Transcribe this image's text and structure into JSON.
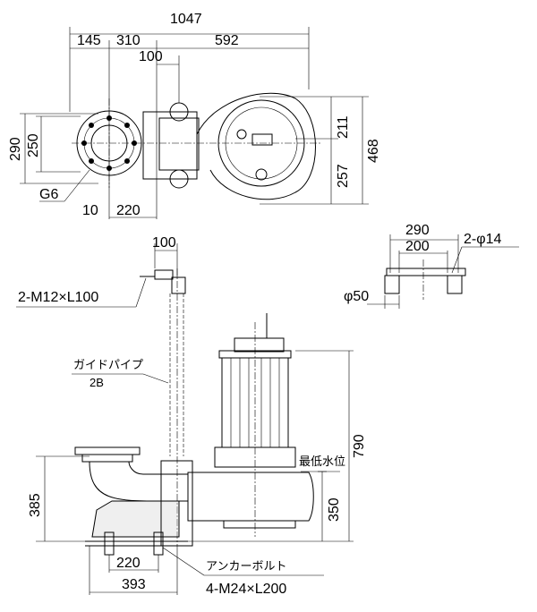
{
  "plan_view": {
    "dim_total_width": "1047",
    "dim_145": "145",
    "dim_310": "310",
    "dim_592": "592",
    "dim_100_top": "100",
    "dim_290_left": "290",
    "dim_250_left": "250",
    "flange_label": "G6",
    "dim_10": "10",
    "dim_220_plan": "220",
    "dim_211": "211",
    "dim_257": "257",
    "dim_468": "468"
  },
  "base_view": {
    "dim_290": "290",
    "dim_200": "200",
    "hole_label": "2-φ14",
    "dia_label": "φ50"
  },
  "side_view": {
    "dim_100": "100",
    "bolt_label": "2-M12×L100",
    "guide_pipe_label": "ガイドパイプ",
    "guide_pipe_size": "2B",
    "min_water_level": "最低水位",
    "dim_790": "790",
    "dim_385": "385",
    "dim_350": "350",
    "dim_220": "220",
    "dim_393": "393",
    "anchor_label": "アンカーボルト",
    "anchor_size": "4-M24×L200"
  }
}
